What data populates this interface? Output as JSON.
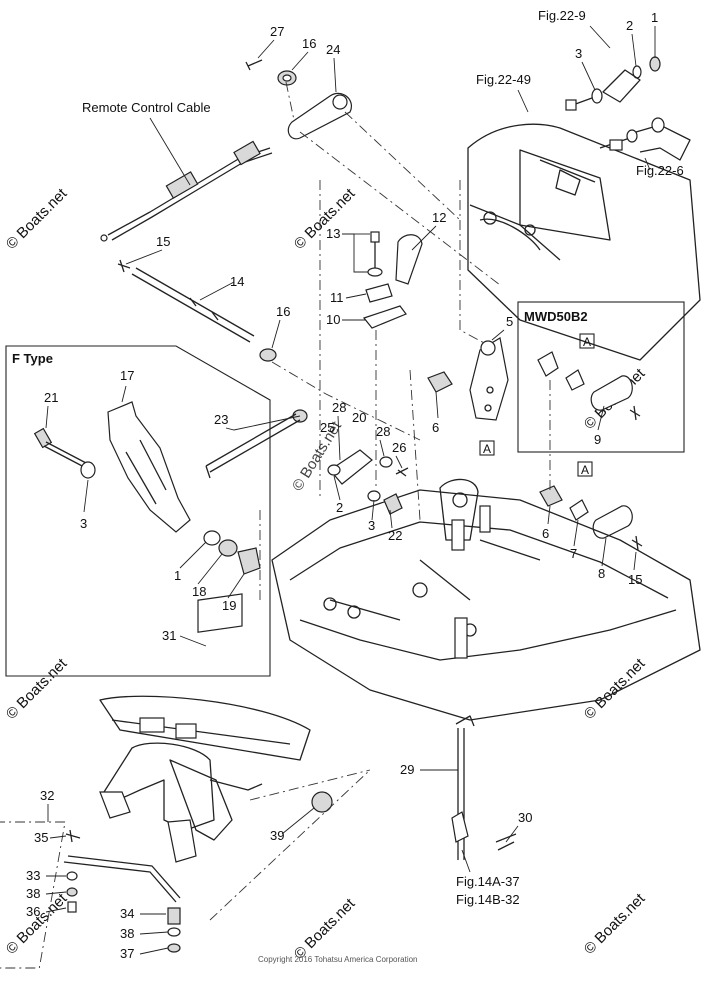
{
  "callouts": {
    "c1": "1",
    "c2": "2",
    "c3": "3",
    "c5": "5",
    "c6": "6",
    "c7": "7",
    "c8": "8",
    "c9": "9",
    "c10": "10",
    "c11": "11",
    "c12": "12",
    "c13": "13",
    "c14": "14",
    "c15": "15",
    "c16": "16",
    "c17": "17",
    "c18": "18",
    "c19": "19",
    "c20": "20",
    "c21": "21",
    "c22": "22",
    "c23": "23",
    "c24": "24",
    "c25": "25",
    "c26": "26",
    "c27": "27",
    "c28": "28",
    "c29": "29",
    "c30": "30",
    "c31": "31",
    "c32": "32",
    "c33": "33",
    "c34": "34",
    "c35": "35",
    "c36": "36",
    "c37": "37",
    "c38": "38",
    "c39": "39"
  },
  "references": {
    "fig22_9": "Fig.22-9",
    "fig22_49": "Fig.22-49",
    "fig22_6": "Fig.22-6",
    "fig14a_37": "Fig.14A-37",
    "fig14b_32": "Fig.14B-32"
  },
  "labels": {
    "remote_control_cable": "Remote Control Cable",
    "f_type": "F Type",
    "mwd50b2": "MWD50B2",
    "ref_a": "A"
  },
  "watermark": {
    "text": "© Boats.net"
  },
  "copyright": "Copyright 2016 Tohatsu America Corporation"
}
